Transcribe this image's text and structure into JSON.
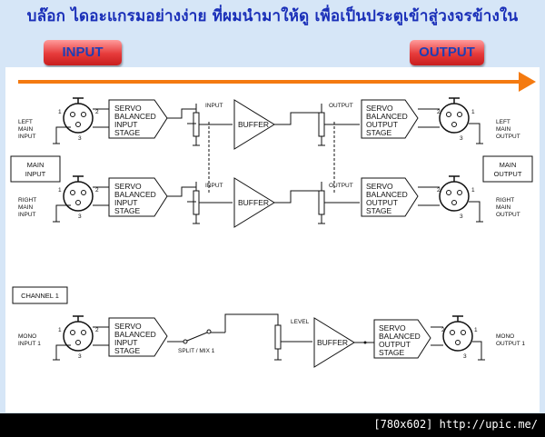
{
  "header": {
    "title": "บล๊อก ไดอะแกรมอย่างง่าย ที่ผมนำมาให้ดู เพื่อเป็นประตูเข้าสู่วงจรข้างใน",
    "input_label": "INPUT",
    "output_label": "OUTPUT"
  },
  "colors": {
    "background": "#d6e6f7",
    "title_text": "#1a2fb8",
    "arrow": "#f47a10",
    "pill": "#e63a3a"
  },
  "diagram": {
    "left_channel": {
      "input_label_1": "LEFT",
      "input_label_2": "MAIN",
      "input_label_3": "INPUT",
      "output_label_1": "LEFT",
      "output_label_2": "MAIN",
      "output_label_3": "OUTPUT"
    },
    "right_channel": {
      "input_label_1": "RIGHT",
      "input_label_2": "MAIN",
      "input_label_3": "INPUT",
      "output_label_1": "RIGHT",
      "output_label_2": "MAIN",
      "output_label_3": "OUTPUT"
    },
    "main_input_box": {
      "line1": "MAIN",
      "line2": "INPUT"
    },
    "main_output_box": {
      "line1": "MAIN",
      "line2": "OUTPUT"
    },
    "channel_box": "CHANNEL 1",
    "input_stage": {
      "l1": "SERVO",
      "l2": "BALANCED",
      "l3": "INPUT",
      "l4": "STAGE"
    },
    "output_stage": {
      "l1": "SERVO",
      "l2": "BALANCED",
      "l3": "OUTPUT",
      "l4": "STAGE"
    },
    "buffer": "BUFFER",
    "pot_input": "INPUT",
    "pot_output": "OUTPUT",
    "pot_level": "LEVEL",
    "switch_label": "SPLIT / MIX 1",
    "mono_input_1": "MONO",
    "mono_input_2": "INPUT 1",
    "mono_output_1": "MONO",
    "mono_output_2": "OUTPUT 1",
    "pin_1": "1",
    "pin_2": "2",
    "pin_3": "3"
  },
  "footer": {
    "watermark": "[780x602] http://upic.me/"
  }
}
